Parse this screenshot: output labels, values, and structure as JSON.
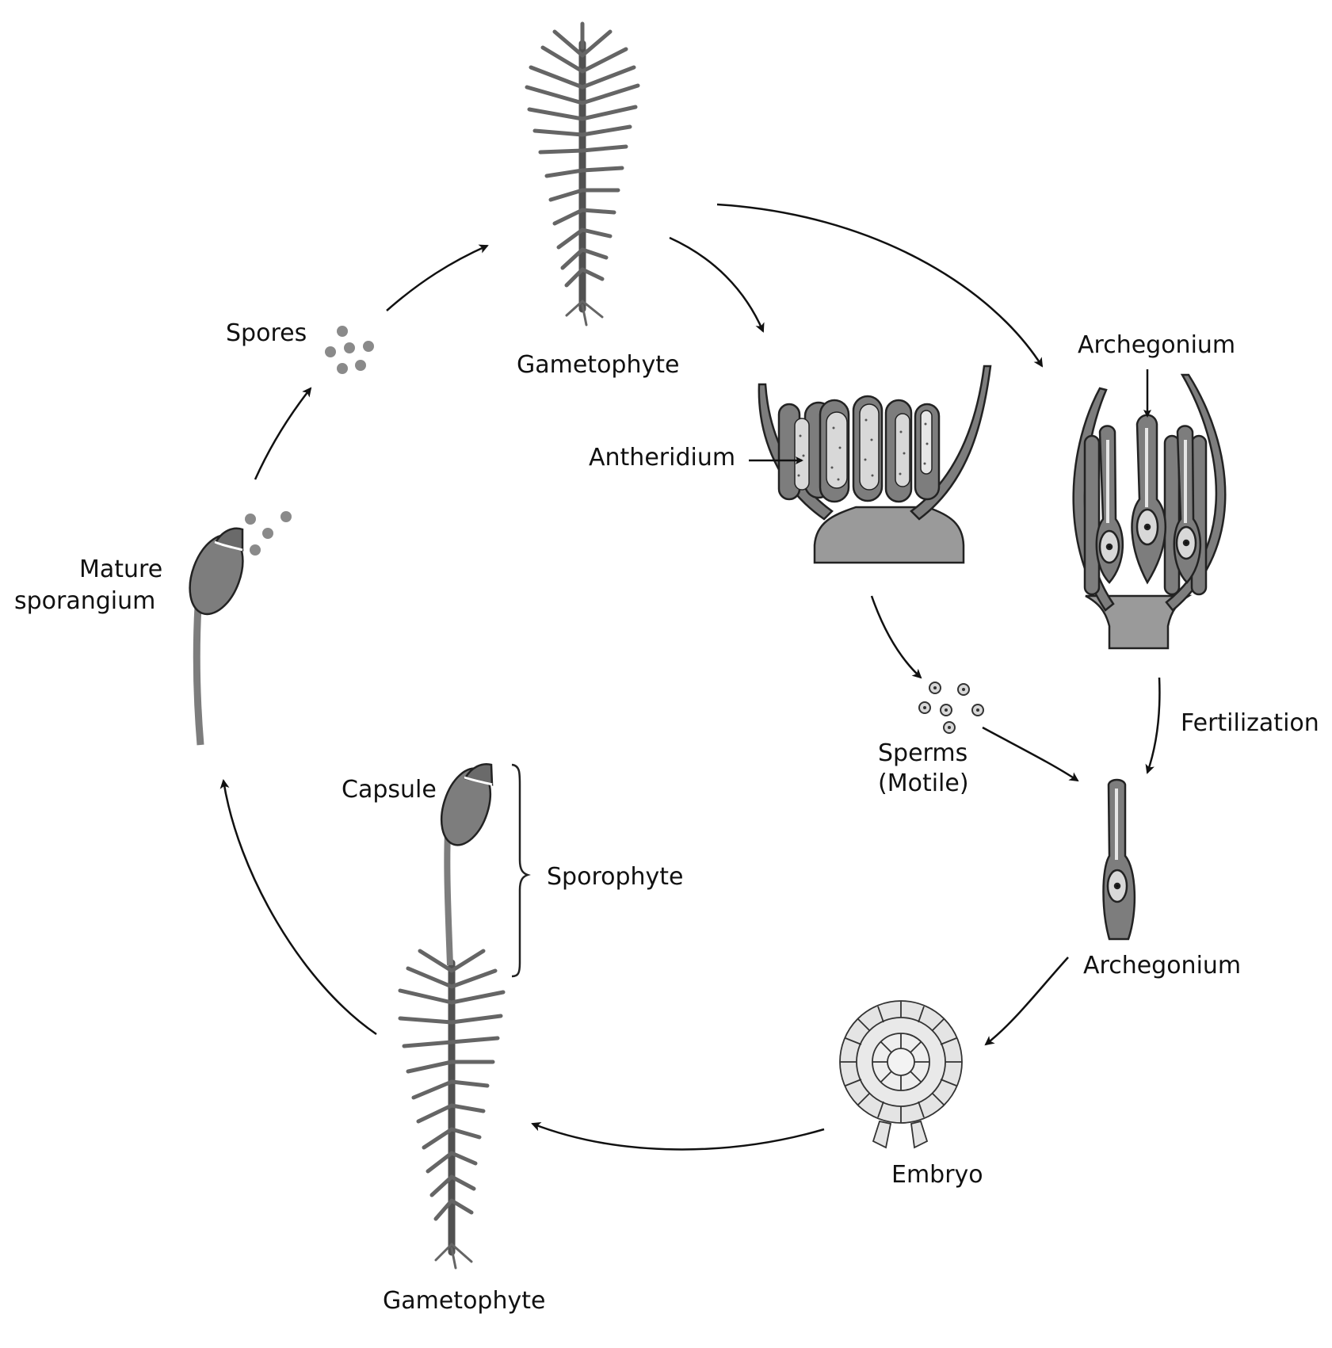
{
  "labels": {
    "gametophyte_top": "Gametophyte",
    "spores": "Spores",
    "archegonium_top": "Archegonium",
    "antheridium": "Antheridium",
    "mature_line1": "Mature",
    "mature_line2": "sporangium",
    "sperms_line1": "Sperms",
    "sperms_line2": "(Motile)",
    "fertilization": "Fertilization",
    "capsule": "Capsule",
    "sporophyte": "Sporophyte",
    "archegonium_bottom": "Archegonium",
    "embryo": "Embryo",
    "gametophyte_bottom": "Gametophyte"
  },
  "colors": {
    "tissue_dark": "#7d7d7d",
    "tissue_mid": "#9a9a9a",
    "tissue_light": "#d8d8d8",
    "outline": "#222222",
    "arrow": "#111111"
  }
}
